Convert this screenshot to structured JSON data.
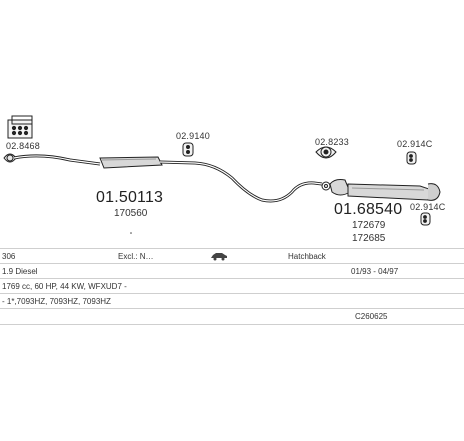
{
  "labels": {
    "bracket_top_left": "02.8468",
    "mount_1": "02.9140",
    "clamp": "02.8233",
    "mount_2": "02.914C",
    "mount_3": "02.914C",
    "part_middle": "01.50113",
    "part_middle_ref": "170560",
    "part_rear": "01.68540",
    "part_rear_ref_1": "172679",
    "part_rear_ref_2": "172685"
  },
  "table": {
    "model": "306",
    "euro": "Excl.: N…",
    "body_type": "Hatchback",
    "engine": "1.9 Diesel",
    "date_range": "01/93 - 04/97",
    "spec": "1769 cc, 60 HP, 44 KW, WFXUD7 -",
    "extra": "- 1*,7093HZ, 7093HZ, 7093HZ",
    "code": "C260625"
  }
}
